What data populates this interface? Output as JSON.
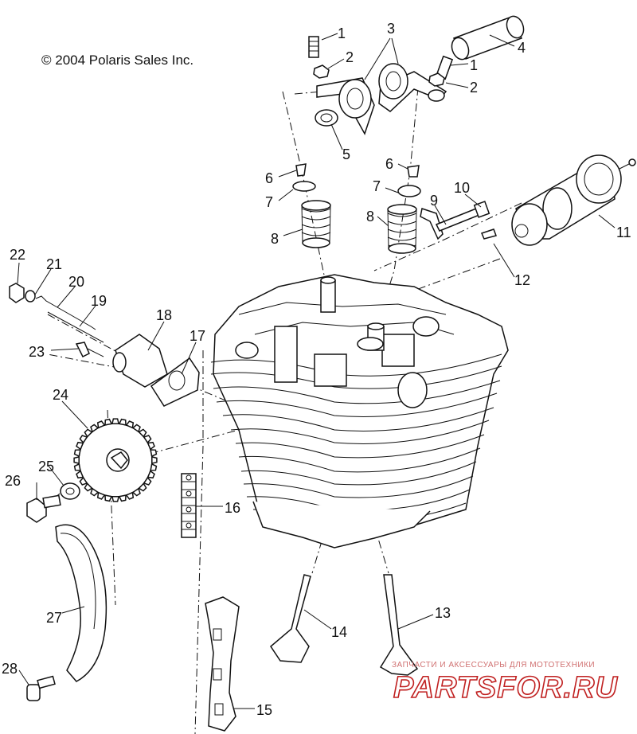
{
  "copyright": "© 2004 Polaris Sales Inc.",
  "callouts": [
    {
      "id": "c1a",
      "label": "1"
    },
    {
      "id": "c1b",
      "label": "1"
    },
    {
      "id": "c2a",
      "label": "2"
    },
    {
      "id": "c2b",
      "label": "2"
    },
    {
      "id": "c3",
      "label": "3"
    },
    {
      "id": "c4",
      "label": "4"
    },
    {
      "id": "c5",
      "label": "5"
    },
    {
      "id": "c6a",
      "label": "6"
    },
    {
      "id": "c6b",
      "label": "6"
    },
    {
      "id": "c7a",
      "label": "7"
    },
    {
      "id": "c7b",
      "label": "7"
    },
    {
      "id": "c8a",
      "label": "8"
    },
    {
      "id": "c8b",
      "label": "8"
    },
    {
      "id": "c9",
      "label": "9"
    },
    {
      "id": "c10",
      "label": "10"
    },
    {
      "id": "c11",
      "label": "11"
    },
    {
      "id": "c12",
      "label": "12"
    },
    {
      "id": "c13",
      "label": "13"
    },
    {
      "id": "c14",
      "label": "14"
    },
    {
      "id": "c15",
      "label": "15"
    },
    {
      "id": "c16",
      "label": "16"
    },
    {
      "id": "c17",
      "label": "17"
    },
    {
      "id": "c18",
      "label": "18"
    },
    {
      "id": "c19",
      "label": "19"
    },
    {
      "id": "c20",
      "label": "20"
    },
    {
      "id": "c21",
      "label": "21"
    },
    {
      "id": "c22",
      "label": "22"
    },
    {
      "id": "c23",
      "label": "23"
    },
    {
      "id": "c24",
      "label": "24"
    },
    {
      "id": "c25",
      "label": "25"
    },
    {
      "id": "c26",
      "label": "26"
    },
    {
      "id": "c27",
      "label": "27"
    },
    {
      "id": "c28",
      "label": "28"
    }
  ],
  "watermark": {
    "tagline": "ЗАПЧАСТИ И АКСЕССУАРЫ ДЛЯ МОТОТЕХНИКИ",
    "brand": "PARTSFOR.RU",
    "color": "#c02020"
  }
}
